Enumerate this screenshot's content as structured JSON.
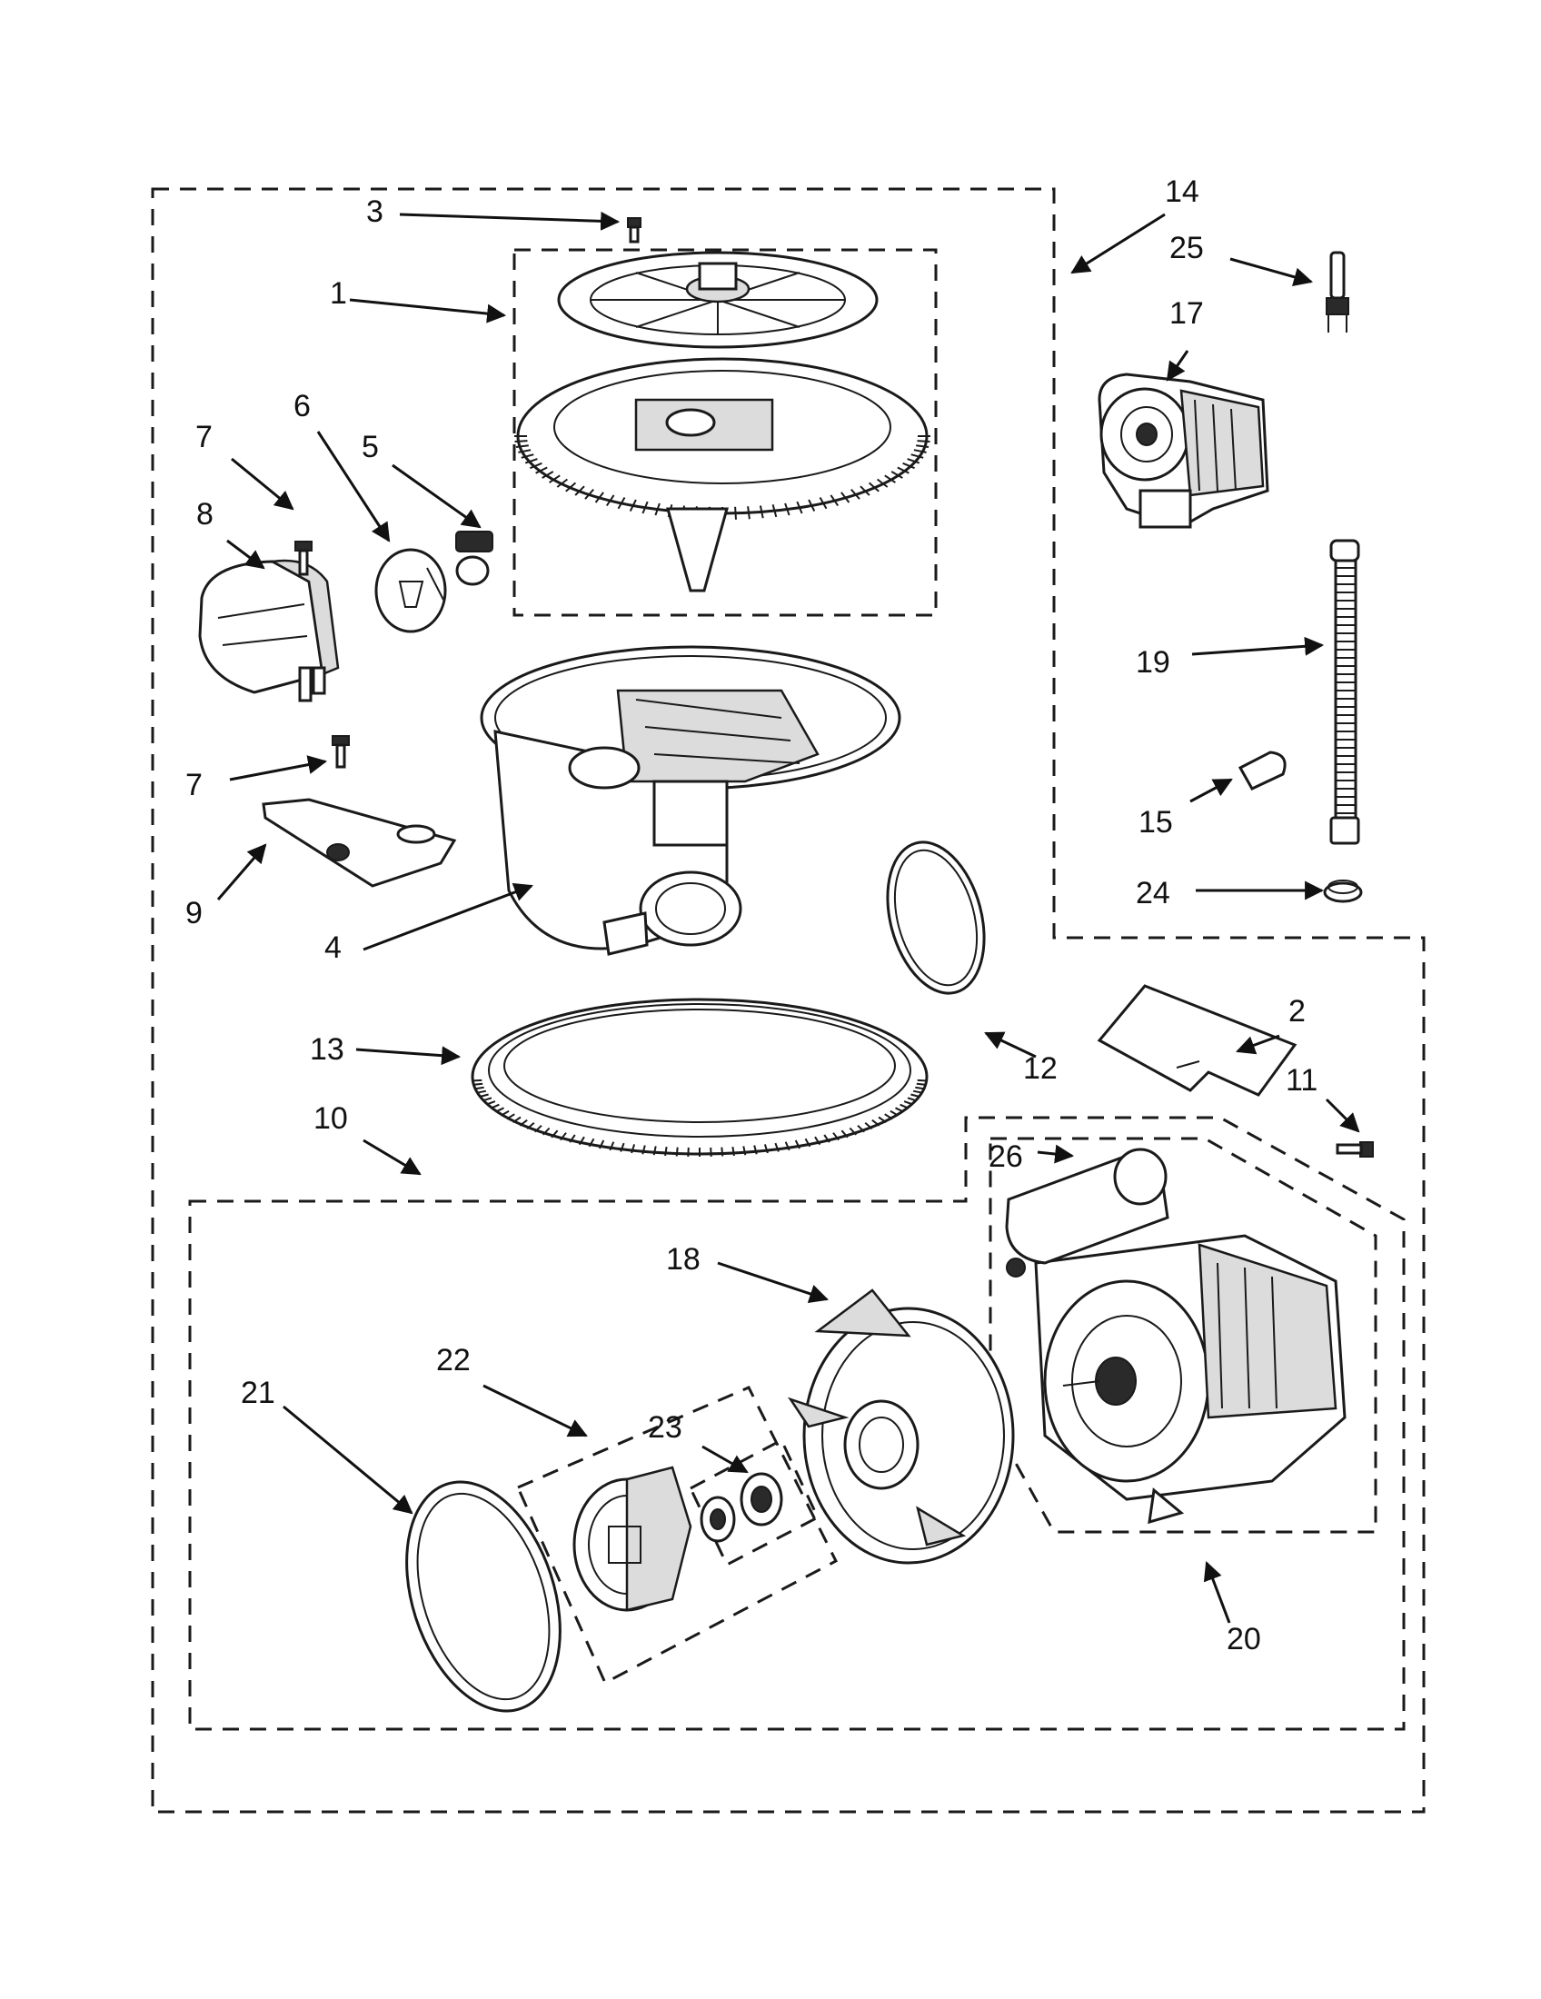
{
  "callouts": {
    "c1": "1",
    "c2": "2",
    "c3": "3",
    "c4": "4",
    "c5": "5",
    "c6": "6",
    "c7a": "7",
    "c7b": "7",
    "c8": "8",
    "c9": "9",
    "c10": "10",
    "c11": "11",
    "c12": "12",
    "c13": "13",
    "c14": "14",
    "c15": "15",
    "c17": "17",
    "c18": "18",
    "c19": "19",
    "c20": "20",
    "c21": "21",
    "c22": "22",
    "c23": "23",
    "c24": "24",
    "c25": "25",
    "c26": "26"
  },
  "colors": {
    "line": "#1a1a1a",
    "background": "#ffffff",
    "shade": "#dcdcdc"
  }
}
